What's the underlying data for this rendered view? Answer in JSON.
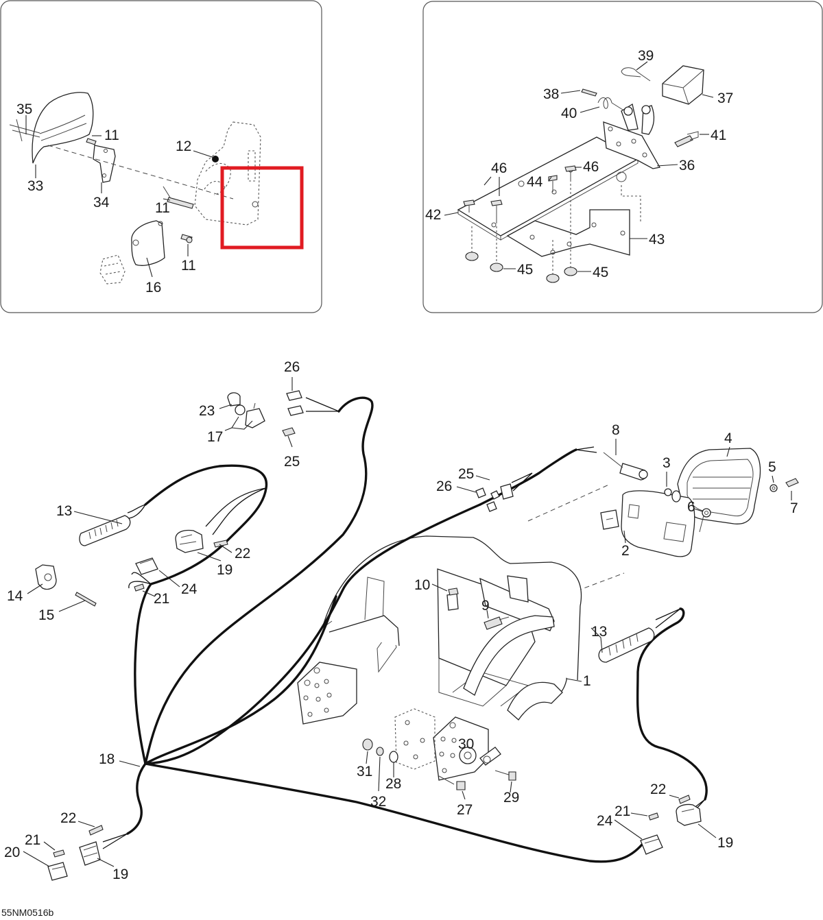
{
  "diagram": {
    "code": "55NM0516b",
    "highlight_color": "#e11b22",
    "parts": [
      {
        "id": "p1",
        "text": "1"
      },
      {
        "id": "p2",
        "text": "2"
      },
      {
        "id": "p3",
        "text": "3"
      },
      {
        "id": "p4",
        "text": "4"
      },
      {
        "id": "p5",
        "text": "5"
      },
      {
        "id": "p6",
        "text": "6"
      },
      {
        "id": "p7",
        "text": "7"
      },
      {
        "id": "p8",
        "text": "8"
      },
      {
        "id": "p9",
        "text": "9"
      },
      {
        "id": "p10",
        "text": "10"
      },
      {
        "id": "p11",
        "text": "11"
      },
      {
        "id": "p12",
        "text": "12"
      },
      {
        "id": "p13",
        "text": "13"
      },
      {
        "id": "p14",
        "text": "14"
      },
      {
        "id": "p15",
        "text": "15"
      },
      {
        "id": "p16",
        "text": "16"
      },
      {
        "id": "p17",
        "text": "17"
      },
      {
        "id": "p18",
        "text": "18"
      },
      {
        "id": "p19",
        "text": "19"
      },
      {
        "id": "p20",
        "text": "20"
      },
      {
        "id": "p21",
        "text": "21"
      },
      {
        "id": "p22",
        "text": "22"
      },
      {
        "id": "p23",
        "text": "23"
      },
      {
        "id": "p24",
        "text": "24"
      },
      {
        "id": "p25",
        "text": "25"
      },
      {
        "id": "p26",
        "text": "26"
      },
      {
        "id": "p27",
        "text": "27"
      },
      {
        "id": "p28",
        "text": "28"
      },
      {
        "id": "p29",
        "text": "29"
      },
      {
        "id": "p30",
        "text": "30"
      },
      {
        "id": "p31",
        "text": "31"
      },
      {
        "id": "p32",
        "text": "32"
      },
      {
        "id": "p33",
        "text": "33"
      },
      {
        "id": "p34",
        "text": "34"
      },
      {
        "id": "p35",
        "text": "35"
      },
      {
        "id": "p36",
        "text": "36"
      },
      {
        "id": "p37",
        "text": "37"
      },
      {
        "id": "p38",
        "text": "38"
      },
      {
        "id": "p39",
        "text": "39"
      },
      {
        "id": "p40",
        "text": "40"
      },
      {
        "id": "p41",
        "text": "41"
      },
      {
        "id": "p42",
        "text": "42"
      },
      {
        "id": "p43",
        "text": "43"
      },
      {
        "id": "p44",
        "text": "44"
      },
      {
        "id": "p45",
        "text": "45"
      },
      {
        "id": "p46",
        "text": "46"
      }
    ]
  }
}
